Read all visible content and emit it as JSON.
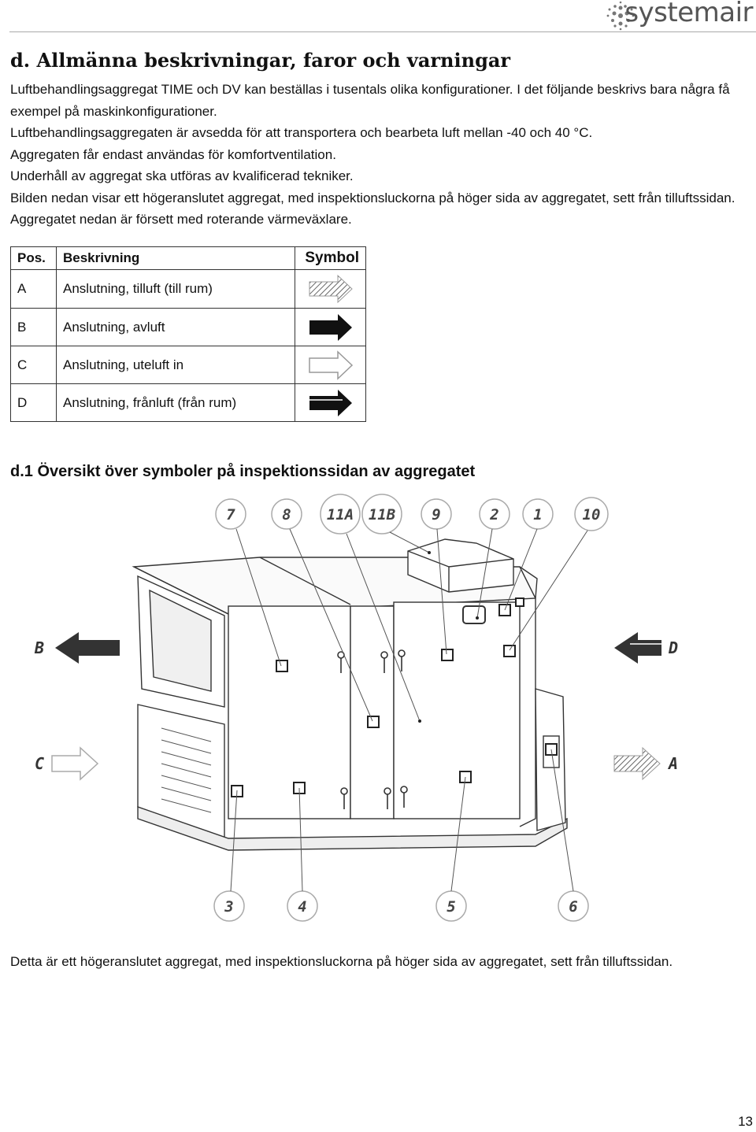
{
  "brand": {
    "logo_text": "systemair"
  },
  "heading": "d. Allmänna beskrivningar, faror och varningar",
  "intro": [
    "Luftbehandlingsaggregat TIME och DV kan beställas i tusentals olika konfigurationer.  I det följande beskrivs bara några få exempel på maskinkonfigurationer.",
    "Luftbehandlingsaggregaten är avsedda för att transportera och bearbeta luft mellan -40 och 40 °C.",
    "Aggregaten får endast användas för komfortventilation.",
    "Underhåll av aggregat ska utföras av kvalificerad tekniker.",
    "Bilden nedan visar ett högeranslutet aggregat, med inspektionsluckorna på höger sida av aggregatet, sett från tilluftssidan. Aggregatet nedan är försett med roterande värmeväxlare."
  ],
  "table": {
    "headers": [
      "Pos.",
      "Beskrivning",
      "Symbol"
    ],
    "rows": [
      {
        "pos": "A",
        "desc": "Anslutning, tilluft (till rum)",
        "symbol": "hatched-arrow-icon"
      },
      {
        "pos": "B",
        "desc": "Anslutning, avluft",
        "symbol": "black-arrow-icon"
      },
      {
        "pos": "C",
        "desc": "Anslutning, uteluft in",
        "symbol": "white-arrow-icon"
      },
      {
        "pos": "D",
        "desc": "Anslutning, frånluft (från rum)",
        "symbol": "striped-black-arrow-icon"
      }
    ]
  },
  "subheading": "d.1 Översikt över symboler på inspektionssidan av aggregatet",
  "diagram": {
    "top_labels": [
      "7",
      "8",
      "11A",
      "11B",
      "9",
      "2",
      "1",
      "10"
    ],
    "bottom_labels": [
      "3",
      "4",
      "5",
      "6"
    ],
    "side_labels": {
      "b": "B",
      "d": "D",
      "c": "C",
      "a": "A"
    }
  },
  "caption": "Detta är ett högeranslutet aggregat, med inspektionsluckorna på höger sida av aggregatet, sett från tilluftssidan.",
  "page_number": "13",
  "colors": {
    "text": "#111111",
    "arrow_dark": "#222222",
    "logo": "#555555"
  }
}
